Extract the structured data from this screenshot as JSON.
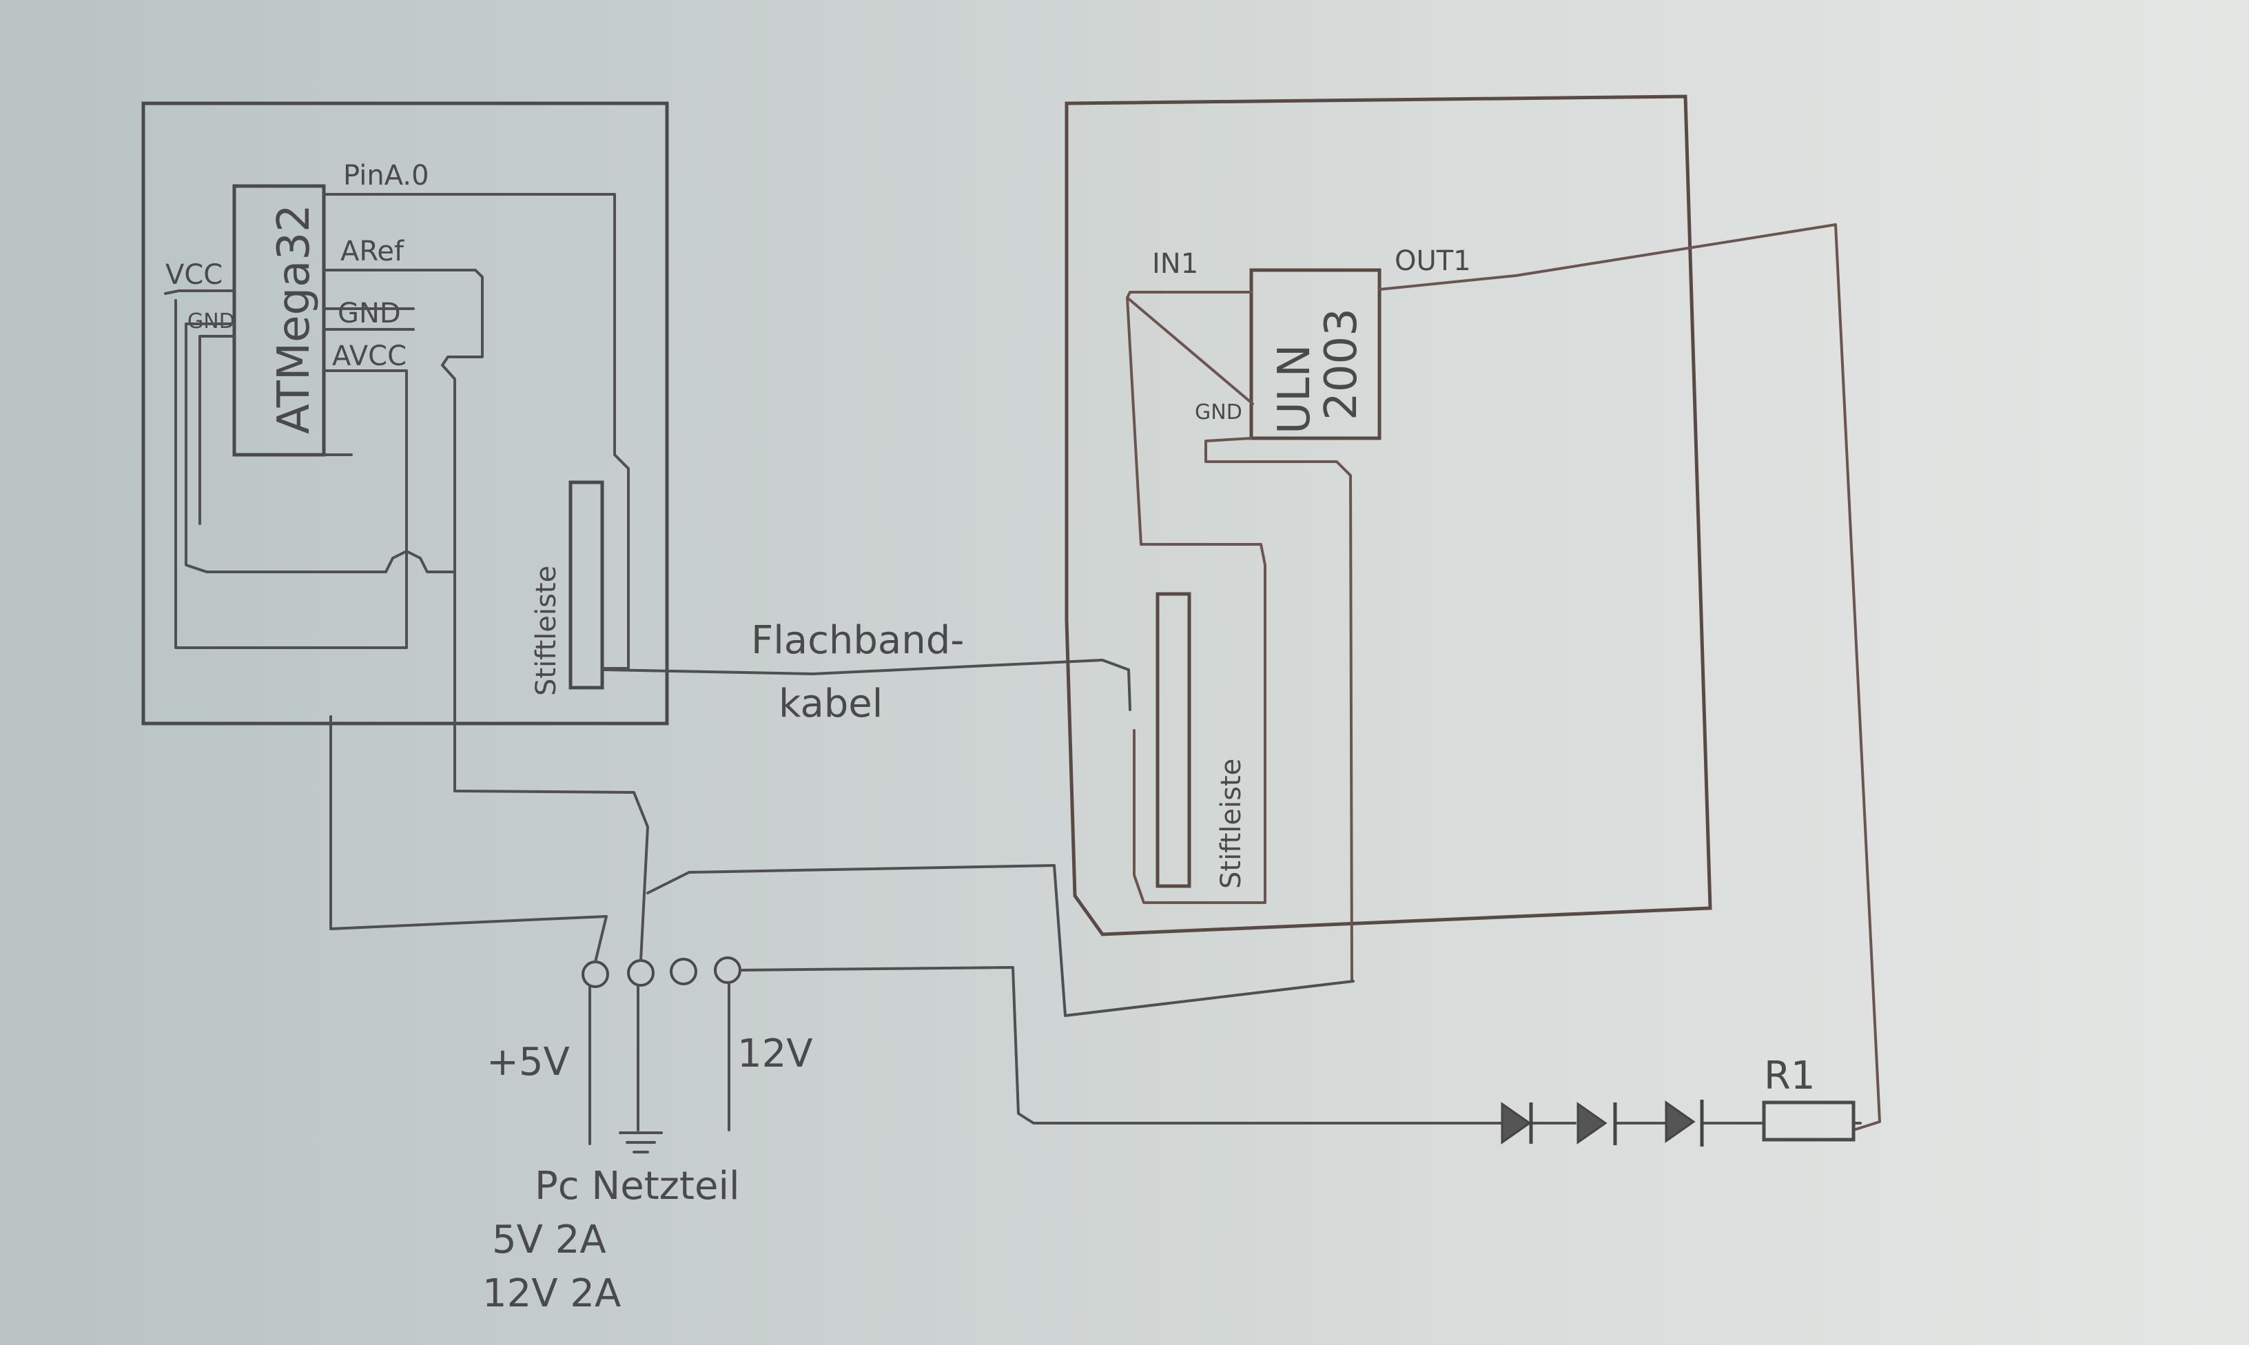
{
  "left_board": {
    "chip_label": "ATMega32",
    "pin_a0": "PinA.0",
    "pin_aref": "ARef",
    "pin_gnd": "GND",
    "pin_avcc": "AVCC",
    "pin_vcc": "VCC",
    "pin_gnd_small": "GND",
    "header_label": "Stiftleiste"
  },
  "cable": {
    "line1": "Flachband-",
    "line2": "kabel"
  },
  "right_board": {
    "chip_line1": "ULN",
    "chip_line2": "2003",
    "pin_in1": "IN1",
    "pin_out1": "OUT1",
    "pin_gnd": "GND",
    "header_label": "Stiftleiste"
  },
  "power": {
    "label_5v": "+5V",
    "label_12v": "12V",
    "supply_name": "Pc  Netzteil",
    "rating_1": "5V 2A",
    "rating_2": "12V 2A"
  },
  "resistor_label": "R1"
}
